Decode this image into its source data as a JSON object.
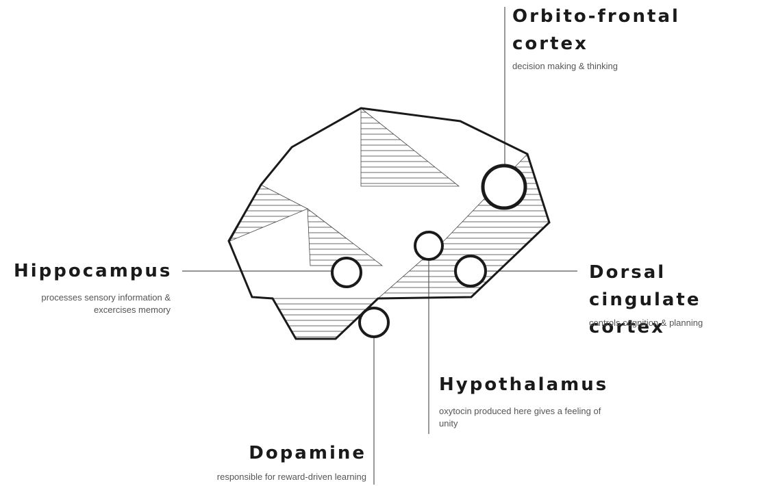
{
  "regions": {
    "orbitofrontal": {
      "title_line1": "Orbito-frontal",
      "title_line2": "cortex",
      "description": "decision making & thinking"
    },
    "hippocampus": {
      "title": "Hippocampus",
      "description_line1": "processes sensory information &",
      "description_line2": "excercises memory"
    },
    "dorsal_cingulate": {
      "title_line1": "Dorsal cingulate",
      "title_line2": "cortex",
      "description": "controls cognition & planning"
    },
    "hypothalamus": {
      "title": "Hypothalamus",
      "description_line1": "oxytocin produced here gives a feeling of",
      "description_line2": "unity"
    },
    "dopamine": {
      "title": "Dopamine",
      "description": "responsible for reward-driven learning"
    }
  },
  "colors": {
    "stroke": "#1a1a1a",
    "leader": "#555555",
    "hatch": "#444444",
    "title": "#1a1a1a",
    "description": "#555555"
  }
}
